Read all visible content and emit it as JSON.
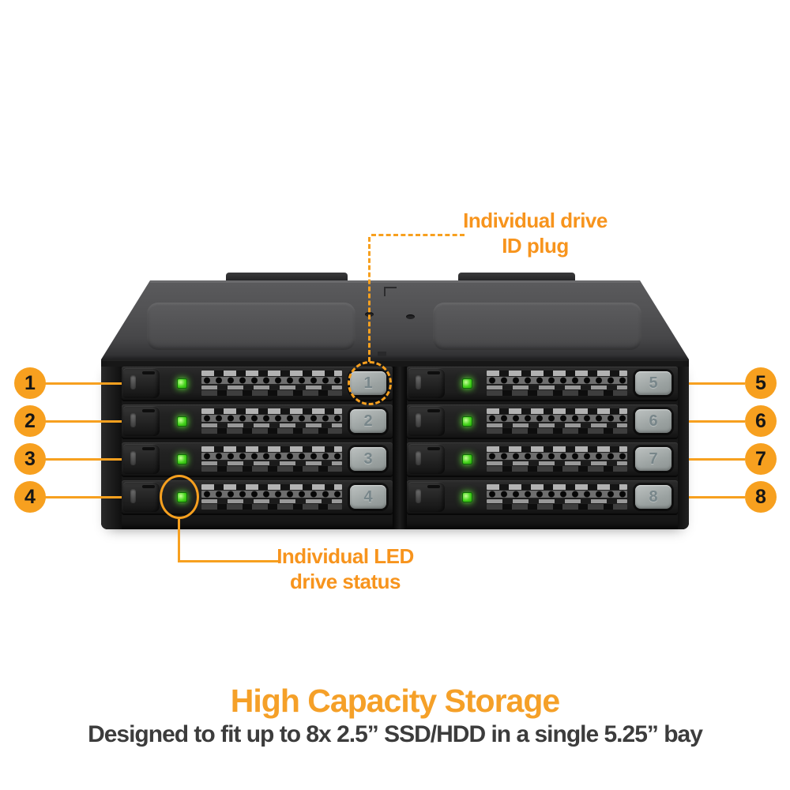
{
  "colors": {
    "accent_orange": "#F7A01F",
    "annotation_orange": "#F7941D",
    "title_orange": "#F5A028",
    "subtitle_gray": "#3C3C3C",
    "led_green": "#46D41D",
    "plug_gray": "#A4ABAA",
    "chassis_black": "#171717"
  },
  "annotations": {
    "drive_id_plug": {
      "line1": "Individual drive",
      "line2": "ID plug"
    },
    "led_status": {
      "line1": "Individual LED",
      "line2": "drive status"
    }
  },
  "callouts": {
    "left": [
      "1",
      "2",
      "3",
      "4"
    ],
    "right": [
      "5",
      "6",
      "7",
      "8"
    ]
  },
  "device": {
    "bays": [
      {
        "id": "1",
        "led_status": "green"
      },
      {
        "id": "2",
        "led_status": "green"
      },
      {
        "id": "3",
        "led_status": "green"
      },
      {
        "id": "4",
        "led_status": "green"
      },
      {
        "id": "5",
        "led_status": "green"
      },
      {
        "id": "6",
        "led_status": "green"
      },
      {
        "id": "7",
        "led_status": "green"
      },
      {
        "id": "8",
        "led_status": "green"
      }
    ]
  },
  "footer": {
    "title": "High Capacity Storage",
    "subtitle": "Designed to fit up to 8x 2.5” SSD/HDD in a single 5.25” bay"
  }
}
